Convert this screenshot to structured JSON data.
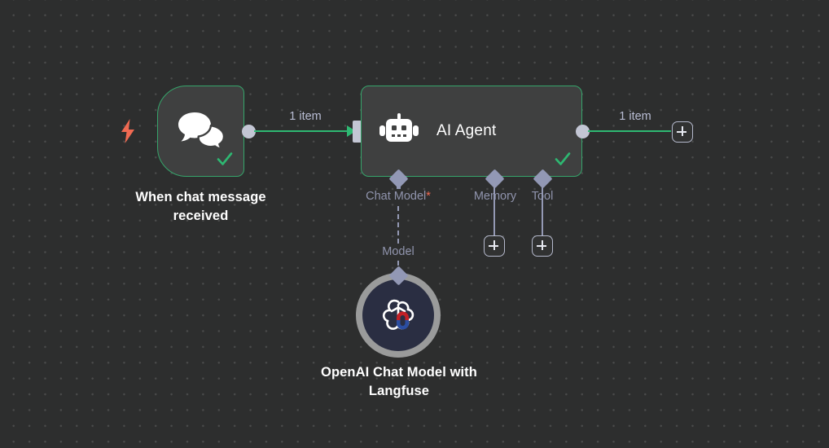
{
  "canvas": {
    "background_color": "#2d2e2e",
    "grid": "dot-grid",
    "accent_success": "#36a56b",
    "accent_trigger": "#f06a52",
    "connector_color": "#9298b5"
  },
  "nodes": {
    "trigger": {
      "title": "When chat message received",
      "icon": "chat-bubbles-icon",
      "trigger_icon": "lightning-bolt-icon",
      "status": "success",
      "status_icon": "check-icon"
    },
    "agent": {
      "title": "AI Agent",
      "icon": "robot-icon",
      "status": "success",
      "status_icon": "check-icon",
      "sub_connectors": [
        {
          "label": "Chat Model",
          "required": true,
          "required_marker": "*",
          "link_style": "dashed",
          "has_add_button": false
        },
        {
          "label": "Memory",
          "required": false,
          "required_marker": "",
          "link_style": "solid",
          "has_add_button": true
        },
        {
          "label": "Tool",
          "required": false,
          "required_marker": "",
          "link_style": "solid",
          "has_add_button": true
        }
      ]
    },
    "model": {
      "title": "OpenAI Chat Model with Langfuse",
      "icon": "openai-logo-icon",
      "badge_icon": "magnet-icon",
      "connection_label": "Model"
    }
  },
  "connections": {
    "trigger_to_agent": {
      "label": "1 item",
      "color": "#2eb872"
    },
    "agent_to_next": {
      "label": "1 item",
      "color": "#2eb872"
    }
  },
  "buttons": {
    "add_output": {
      "icon": "plus-icon",
      "label": "+"
    },
    "add_memory": {
      "icon": "plus-icon",
      "label": "+"
    },
    "add_tool": {
      "icon": "plus-icon",
      "label": "+"
    }
  }
}
